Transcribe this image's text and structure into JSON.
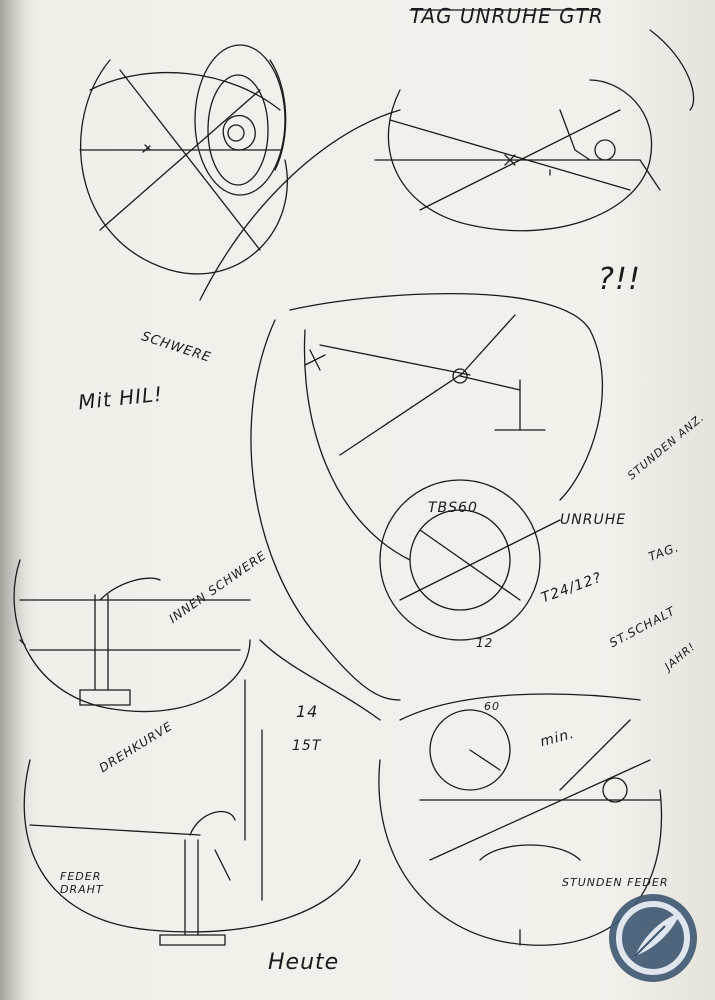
{
  "notes": {
    "top_heading": "TAG UNRUHE GTR",
    "schwere": "SCHWERE",
    "mit_hil": "Mit HIL!",
    "question": "?!!",
    "stunden_anz": "STUNDEN ANZ.",
    "tbs60": "TBS60",
    "unruhe_right": "UNRUHE",
    "tag": "TAG.",
    "t24_12": "T24/12?",
    "st_schalt": "ST.SCHALT",
    "jahr": "JAHR!",
    "innen_schwere": "INNEN SCHWERE",
    "dreh_kurve": "DREHKURVE",
    "frac_14": "14",
    "frac_15": "15T",
    "n12": "12",
    "n60": "60",
    "min": "min.",
    "feder_draht": "FEDER DRAHT",
    "stunden_feder": "STUNDEN FEDER",
    "heute": "Heute"
  },
  "ink_color": "#1b1b1f",
  "logo": {
    "icon": "quill-pen-logo",
    "bg": "#3d5670",
    "ring": "#dfe6ee"
  }
}
